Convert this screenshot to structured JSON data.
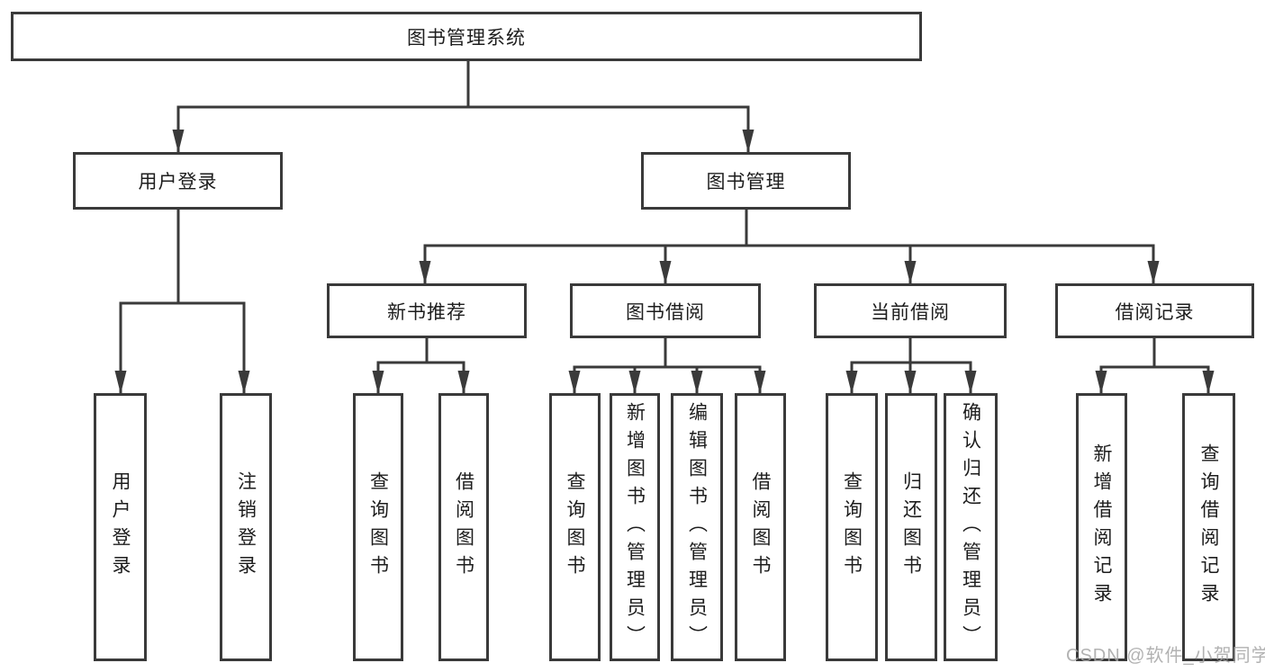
{
  "diagram": {
    "title": "图书管理系统",
    "branches": [
      {
        "label": "用户登录",
        "children": [
          {
            "label": "用户登录"
          },
          {
            "label": "注销登录"
          }
        ]
      },
      {
        "label": "图书管理",
        "children": [
          {
            "label": "新书推荐",
            "children": [
              {
                "label": "查询图书"
              },
              {
                "label": "借阅图书"
              }
            ]
          },
          {
            "label": "图书借阅",
            "children": [
              {
                "label": "查询图书"
              },
              {
                "label": "新增图书（管理员）"
              },
              {
                "label": "编辑图书（管理员）"
              },
              {
                "label": "借阅图书"
              }
            ]
          },
          {
            "label": "当前借阅",
            "children": [
              {
                "label": "查询图书"
              },
              {
                "label": "归还图书"
              },
              {
                "label": "确认归还（管理员）"
              }
            ]
          },
          {
            "label": "借阅记录",
            "children": [
              {
                "label": "新增借阅记录"
              },
              {
                "label": "查询借阅记录"
              }
            ]
          }
        ]
      }
    ]
  },
  "watermark": {
    "text": "CSDN @软件_小贺同学"
  },
  "colors": {
    "line": "#3a3a3a",
    "text": "#1d1d1d",
    "background": "#ffffff",
    "watermark": "#a4a4a4"
  }
}
